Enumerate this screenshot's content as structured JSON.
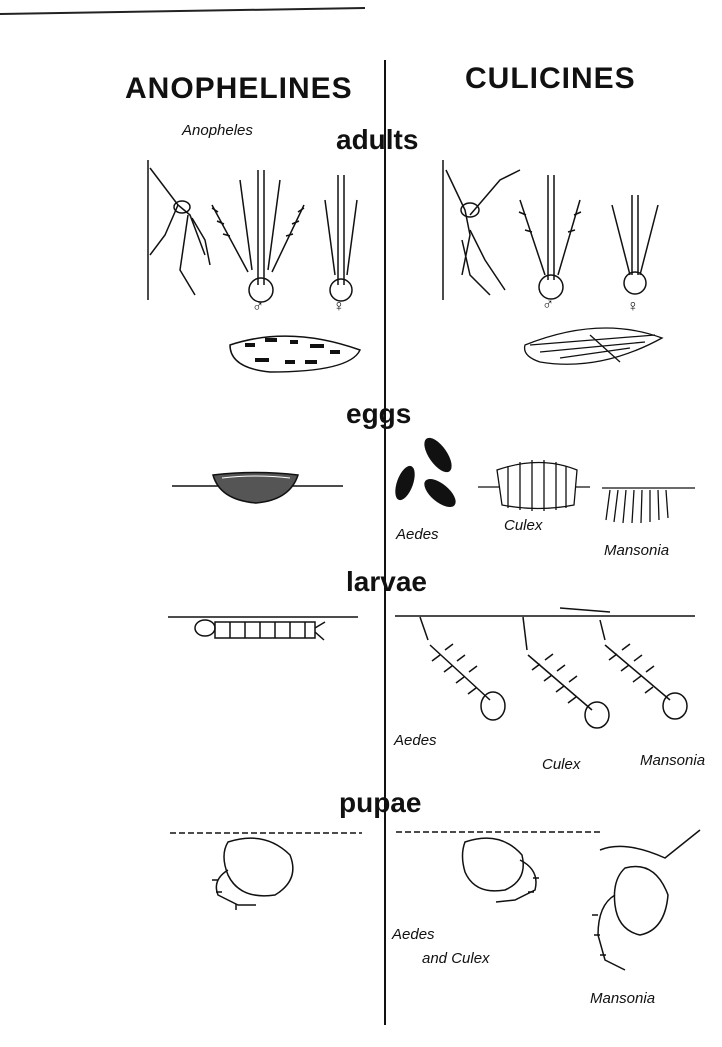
{
  "columns": {
    "left": "ANOPHELINES",
    "right": "CULICINES"
  },
  "stages": {
    "adults": "adults",
    "eggs": "eggs",
    "larvae": "larvae",
    "pupae": "pupae"
  },
  "labels": {
    "anopheles": "Anopheles",
    "male_symbol": "♂",
    "female_symbol": "♀",
    "eggs_aedes": "Aedes",
    "eggs_culex": "Culex",
    "eggs_mansonia": "Mansonia",
    "larvae_aedes": "Aedes",
    "larvae_culex": "Culex",
    "larvae_mansonia": "Mansonia",
    "pupae_aedes_line1": "Aedes",
    "pupae_aedes_line2": "and Culex",
    "pupae_mansonia": "Mansonia"
  }
}
